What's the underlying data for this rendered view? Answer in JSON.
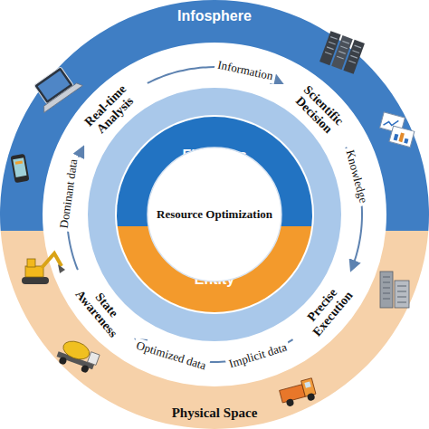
{
  "diagram": {
    "nodes": [
      {
        "text": [
          "Infosphere"
        ]
      },
      {
        "text": [
          "Real-time Analysis"
        ]
      },
      {
        "text": [
          "Scientific Decision"
        ]
      },
      {
        "text": [
          "Precise Execution"
        ]
      },
      {
        "text": [
          "State Awareness"
        ]
      },
      {
        "text": [
          "Fictitious"
        ]
      },
      {
        "text": [
          "Resource Optimization"
        ]
      },
      {
        "text": [
          "Entity"
        ]
      },
      {
        "text": [
          "Physical Space"
        ]
      }
    ],
    "edges": [
      {
        "from": 1,
        "to": 2,
        "label": "Information",
        "arrow": "to"
      },
      {
        "from": 2,
        "to": 3,
        "label": "Knowledge",
        "arrow": "to"
      },
      {
        "from": 3,
        "to": 4,
        "label": "Implicit data",
        "arrow": "to"
      },
      {
        "from": 4,
        "to": 1,
        "label": "Dominant data",
        "arrow": "to"
      }
    ],
    "labels": [
      "Optimized data"
    ]
  }
}
